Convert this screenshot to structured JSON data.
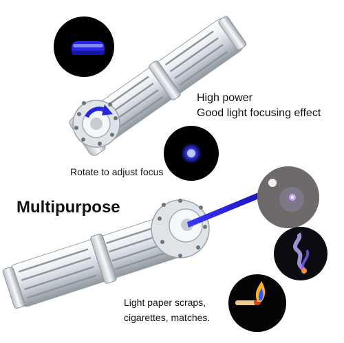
{
  "product": {
    "feature_power_line1": "High power",
    "feature_power_line2": "Good light focusing effect",
    "focus_caption": "Rotate to adjust focus",
    "headline": "Multipurpose",
    "burn_caption_line1": "Light paper scraps,",
    "burn_caption_line2": "cigarettes, matches."
  },
  "colors": {
    "laser_blue": "#2b2be8",
    "metal_light": "#eef1f4",
    "metal_dark": "#8f979f",
    "bubble_bg": "#000000"
  },
  "icons": {
    "top_laser": "laser-pointer-illustration",
    "bottom_laser": "laser-pointer-illustration",
    "blue_cylinder": "blue-light-cylinder-icon",
    "blue_dot": "blue-focus-dot-icon",
    "rotate_arrow": "rotate-arrow-icon",
    "burn_paper": "burning-paper-photo",
    "smoke": "smoke-photo",
    "match": "lit-match-photo"
  }
}
